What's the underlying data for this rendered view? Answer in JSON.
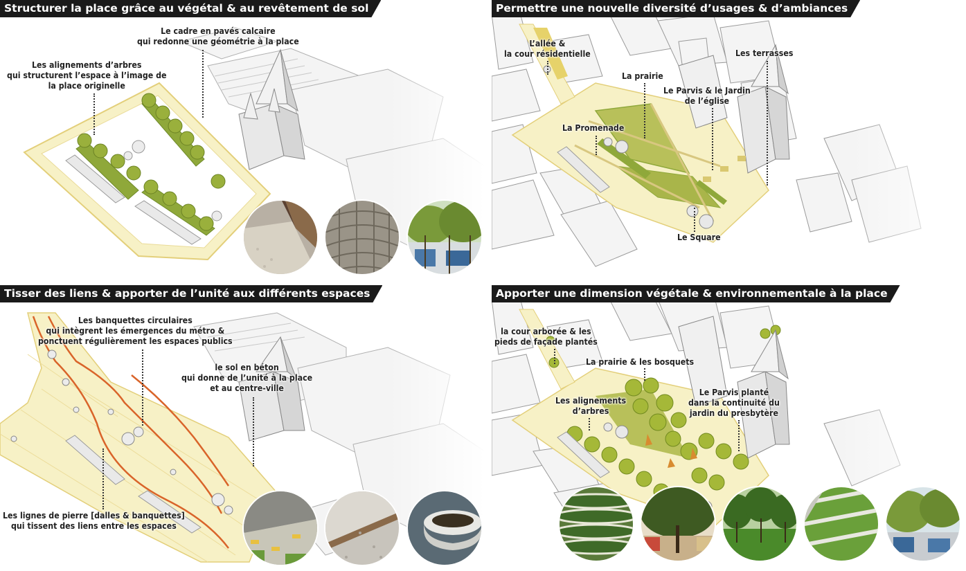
{
  "panels": {
    "p1": {
      "title": "Structurer la place grâce au végétal & au revêtement de sol",
      "labels": {
        "cadre": [
          "Le cadre en pavés calcaire",
          "qui redonne une géométrie à la place"
        ],
        "alignements": [
          "Les alignements d’arbres",
          "qui structurent l’espace à l’image de",
          "la place originelle"
        ]
      }
    },
    "p2": {
      "title": "Permettre une nouvelle diversité d’usages & d’ambiances",
      "labels": {
        "allee": [
          "L’allée &",
          "la cour résidentielle"
        ],
        "terrasses": [
          "Les terrasses"
        ],
        "prairie": [
          "La prairie"
        ],
        "parvis": [
          "Le Parvis & le Jardin",
          "de l’église"
        ],
        "promenade": [
          "La Promenade"
        ],
        "square": [
          "Le Square"
        ]
      }
    },
    "p3": {
      "title": "Tisser des liens & apporter de l’unité aux différents espaces",
      "labels": {
        "banquettes": [
          "Les banquettes circulaires",
          "qui intègrent les émergences du métro &",
          "ponctuent régulièrement les espaces publics"
        ],
        "sol": [
          "le sol en béton",
          "qui donne de l’unité à la place",
          "et au centre-ville"
        ],
        "lignes": [
          "Les lignes de pierre [dalles & banquettes]",
          "qui tissent des liens entre les espaces"
        ]
      }
    },
    "p4": {
      "title": "Apporter une dimension végétale & environnementale à la place",
      "labels": {
        "cour": [
          "la cour arborée & les",
          "pieds de façade plantés"
        ],
        "bosquets": [
          "La prairie & les bosquets"
        ],
        "alignements": [
          "Les alignements",
          "d’arbres"
        ],
        "parvis": [
          "Le Parvis planté",
          "dans la continuité du",
          "jardin du presbytère"
        ]
      }
    }
  },
  "colors": {
    "title_bg": "#1a1a1a",
    "paving": "#f7f1c6",
    "paving_edge": "#e9d98a",
    "vegetation": "#8fa83a",
    "vegetation_dark": "#6f8a2a",
    "lawn": "#b8c05a",
    "stone_line": "#d9642a",
    "building": "#f4f4f4",
    "building_edge": "#9a9a9a"
  },
  "photos": {
    "p1": [
      "limestone-paving-street-photo",
      "cobblestone-texture-photo",
      "tree-alignment-photo"
    ],
    "p3": [
      "aerial-plaza-photo",
      "concrete-ground-texture-photo",
      "circular-bench-photo"
    ],
    "p4": [
      "hedge-maze-garden-photo",
      "tree-square-photo",
      "park-meadow-photo",
      "lawn-strips-photo",
      "street-trees-photo"
    ]
  }
}
